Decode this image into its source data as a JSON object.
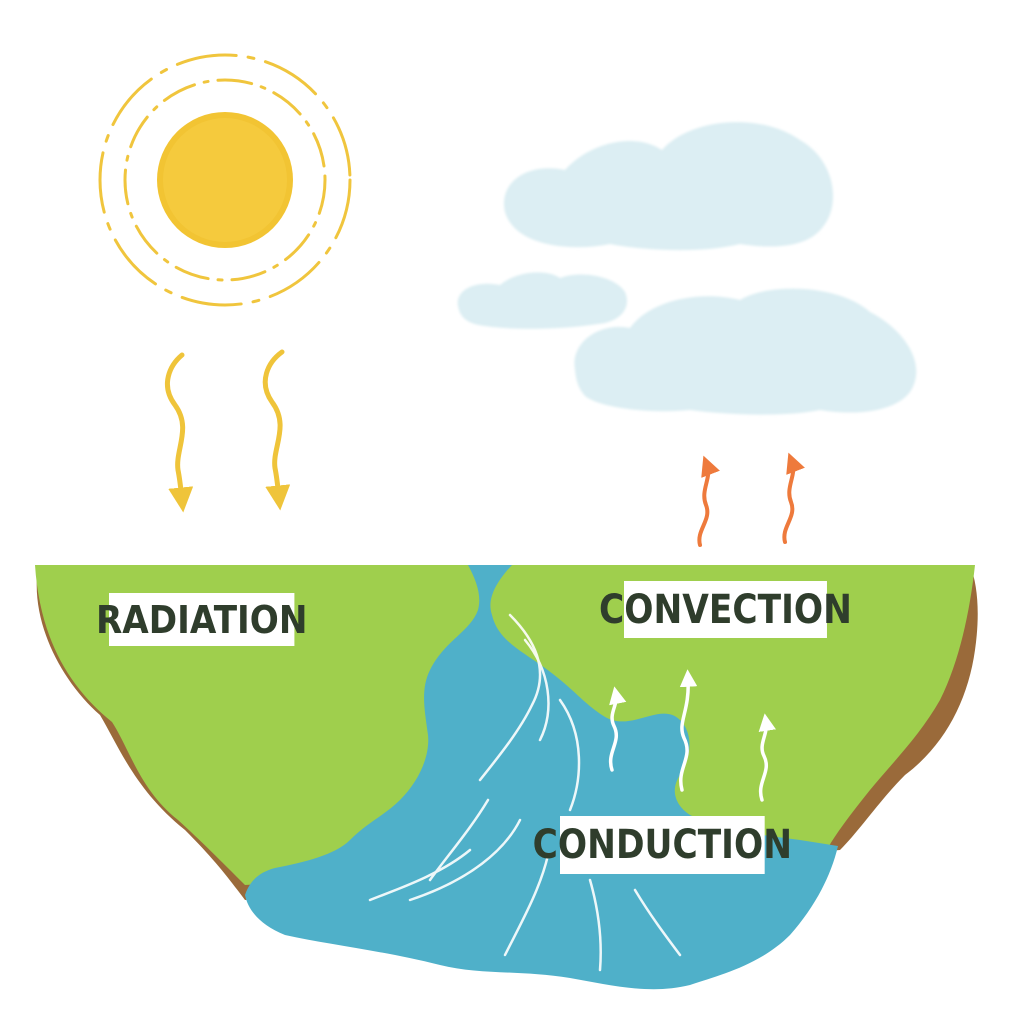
{
  "labels": {
    "radiation": "RADIATION",
    "convection": "CONVECTION",
    "conduction": "CONDUCTION"
  },
  "colors": {
    "sun": "#f2c433",
    "sun_rays": "#f0c53d",
    "radiation_arrows": "#efc43a",
    "cloud": "#dceef3",
    "convection_arrows": "#ee7a3c",
    "conduction_arrows": "#ffffff",
    "land": "#9fcf4d",
    "soil_edge": "#9a6a3a",
    "water": "#4fb0c9",
    "label_text": "#2f3d2c",
    "label_background": "#ffffff"
  },
  "icons": {
    "sun": "sun-icon",
    "cloud": "cloud-icon",
    "arrow": "wavy-arrow-icon"
  }
}
